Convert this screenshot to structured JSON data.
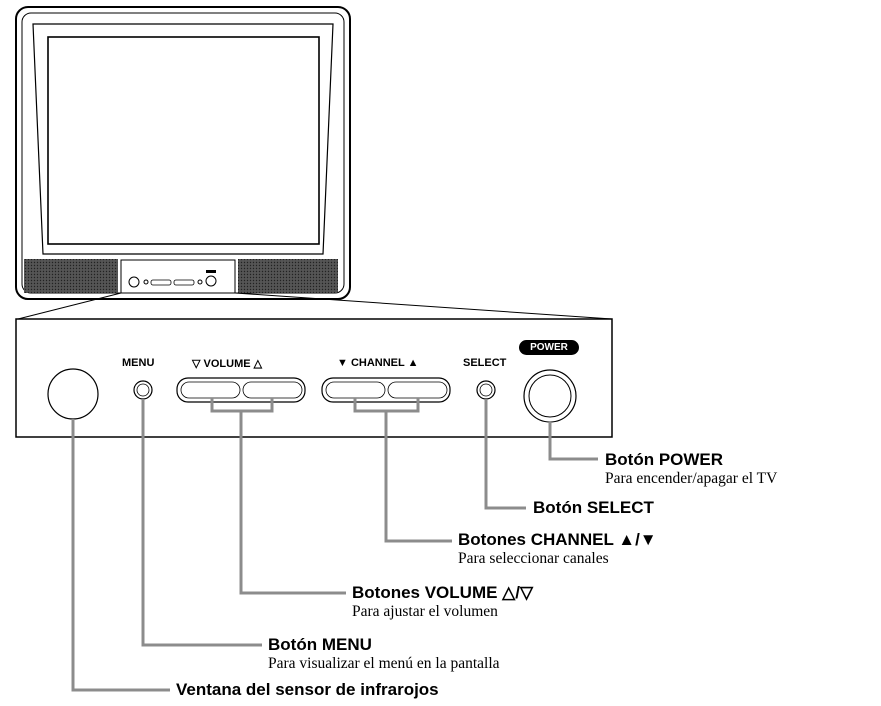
{
  "panel": {
    "menu_label": "MENU",
    "volume_label": "▽ VOLUME △",
    "channel_label": "▼ CHANNEL ▲",
    "select_label": "SELECT",
    "power_label": "POWER"
  },
  "callouts": {
    "power": {
      "title": "Botón POWER",
      "desc": "Para encender/apagar el TV"
    },
    "select": {
      "title": "Botón SELECT"
    },
    "channel": {
      "title": "Botones CHANNEL ▲/▼",
      "desc": "Para seleccionar canales"
    },
    "volume": {
      "title": "Botones VOLUME △/▽",
      "desc": "Para ajustar el volumen"
    },
    "menu": {
      "title": "Botón MENU",
      "desc": "Para visualizar el menú en la pantalla"
    },
    "sensor": {
      "title": "Ventana del sensor de infrarojos"
    }
  }
}
